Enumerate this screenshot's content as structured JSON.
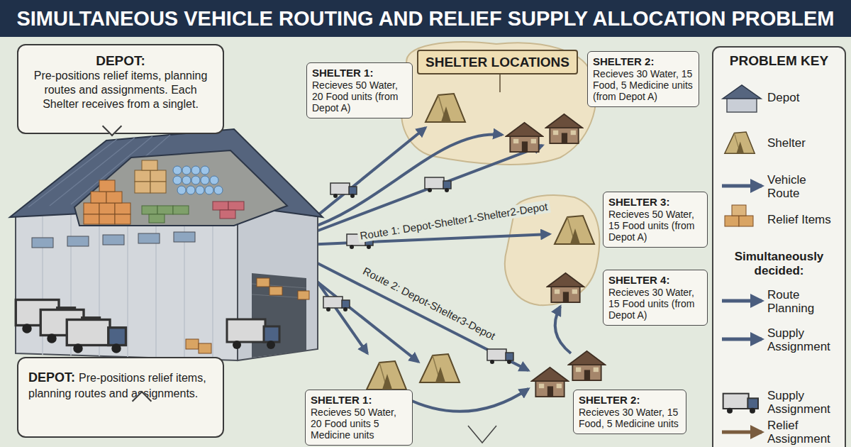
{
  "diagram": {
    "title": "SIMULTANEOUS VEHICLE ROUTING AND RELIEF SUPPLY ALLOCATION PROBLEM",
    "nodes": [
      {
        "text": [
          "DEPOT:",
          "Pre-positions relief items, planning routes and assignments. Each Shelter receives from a singlet."
        ]
      },
      {
        "text": [
          "SHELTER 1:",
          "Recieves 50 Water, 20 Food units (from Depot A)"
        ]
      },
      {
        "text": [
          "SHELTER LOCATIONS"
        ]
      },
      {
        "text": [
          "SHELTER 2:",
          "Recieves 30 Water, 15 Food, 5 Medicine units (from Depot A)"
        ]
      },
      {
        "text": [
          "SHELTER 3:",
          "Recieves 50 Water, 15 Food units (from Depot A)"
        ]
      },
      {
        "text": [
          "SHELTER 4:",
          "Recieves 30 Water, 15 Food units (from Depot A)"
        ]
      },
      {
        "text": [
          "DEPOT:",
          "Pre-positions relief items, planning routes and assignments."
        ]
      },
      {
        "text": [
          "SHELTER 1:",
          "Recieves 50 Water, 20 Food units 5 Medicine units"
        ]
      },
      {
        "text": [
          "SHELTER 2:",
          "Recieves 30 Water, 15 Food, 5 Medicine units"
        ]
      }
    ],
    "labels": [
      "Route 1: Depot-Shelter1-Shelter2-Depot",
      "Route 2: Depot-Shelter3-Depot",
      "PROBLEM KEY",
      "Simultaneously decided:"
    ],
    "legend": [
      {
        "text": "Depot"
      },
      {
        "text": "Shelter"
      },
      {
        "text": "Vehicle Route"
      },
      {
        "text": "Relief Items"
      },
      {
        "text": "Route Planning"
      },
      {
        "text": "Supply Assignment"
      },
      {
        "text": "Supply Assignment"
      },
      {
        "text": "Relief Assignment"
      }
    ]
  }
}
